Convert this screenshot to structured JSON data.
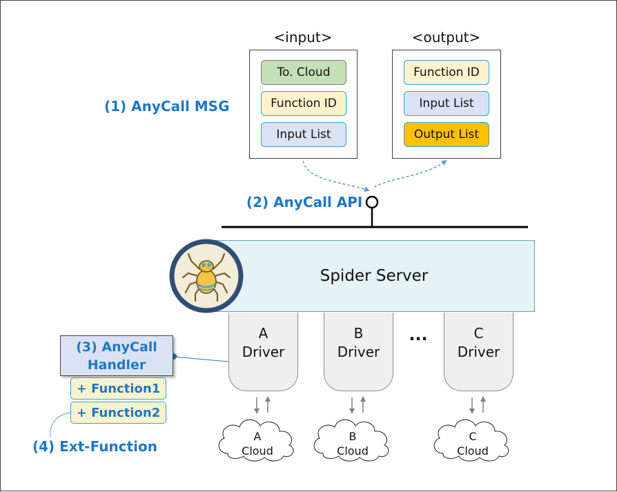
{
  "input_box": {
    "caption": "<input>",
    "items": [
      {
        "label": "To. Cloud",
        "fill": "#c5e0b4",
        "border": "#7f7f7f"
      },
      {
        "label": "Function ID",
        "fill": "#fff2cc",
        "border": "#29a5d9"
      },
      {
        "label": "Input List",
        "fill": "#dae3f3",
        "border": "#29a5d9"
      }
    ]
  },
  "output_box": {
    "caption": "<output>",
    "items": [
      {
        "label": "Function ID",
        "fill": "#fff2cc",
        "border": "#29a5d9"
      },
      {
        "label": "Input List",
        "fill": "#dae3f3",
        "border": "#29a5d9"
      },
      {
        "label": "Output List",
        "fill": "#ffc000",
        "border": "#29a5d9"
      }
    ]
  },
  "labels": {
    "anycall_msg": "(1) AnyCall MSG",
    "anycall_api": "(2) AnyCall API",
    "handler_line1": "(3) AnyCall",
    "handler_line2": "Handler",
    "ext_function": "(4) Ext-Function"
  },
  "server": {
    "label": "Spider Server",
    "icon": "spider-icon"
  },
  "drivers": [
    {
      "letter": "A",
      "word": "Driver"
    },
    {
      "letter": "B",
      "word": "Driver"
    },
    {
      "letter": "C",
      "word": "Driver"
    }
  ],
  "ellipsis": "...",
  "clouds": [
    {
      "letter": "A",
      "word": "Cloud"
    },
    {
      "letter": "B",
      "word": "Cloud"
    },
    {
      "letter": "C",
      "word": "Cloud"
    }
  ],
  "functions": [
    "+ Function1",
    "+ Function2"
  ],
  "colors": {
    "accent_blue": "#1f77c4",
    "server_fill": "#e6f3f6",
    "handler_fill": "#dae3f3",
    "function_fill": "#fff2cc",
    "dashed_arrow": "#5b9bd5"
  }
}
